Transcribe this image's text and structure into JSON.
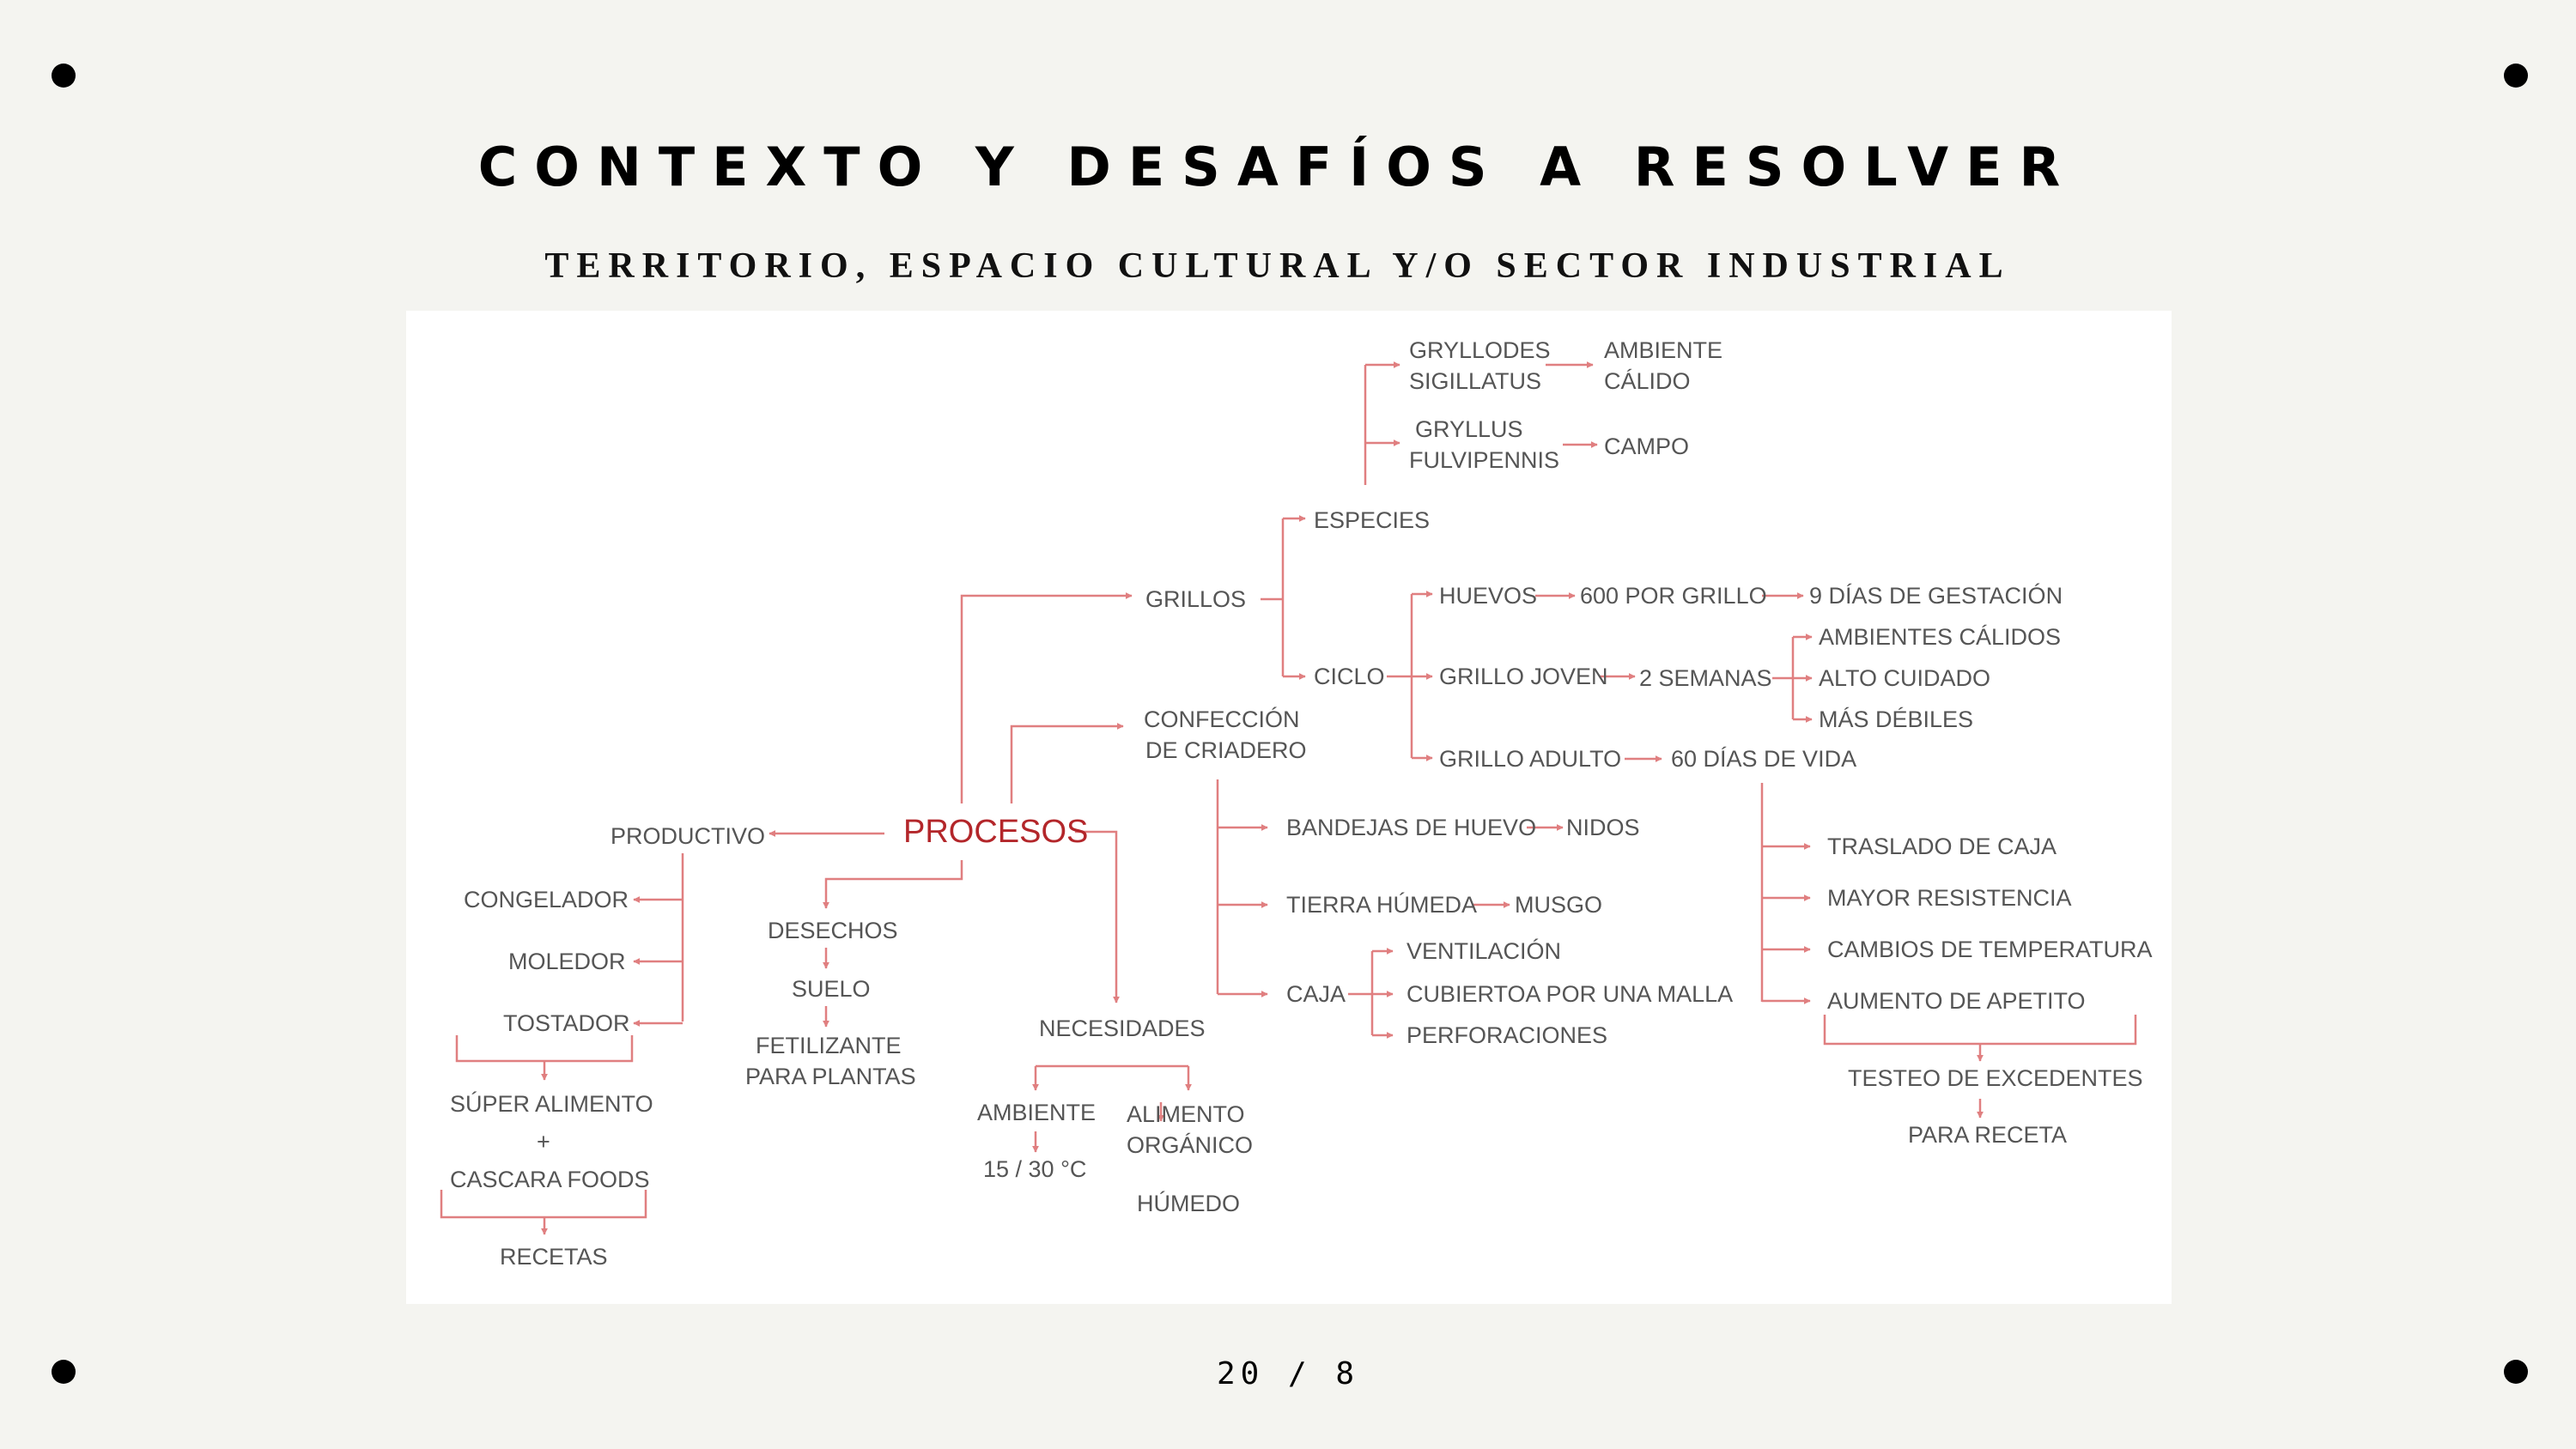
{
  "slide": {
    "title": "CONTEXTO Y DESAFÍOS A RESOLVER",
    "subtitle": "TERRITORIO, ESPACIO CULTURAL Y/O SECTOR INDUSTRIAL",
    "page_number": "20 / 8"
  },
  "diagram": {
    "accent_color": "#e07f80",
    "highlight_color": "#b3262a",
    "labels": {
      "gryllodes_1": "GRYLLODES",
      "gryllodes_2": "SIGILLATUS",
      "ambiente_calido_1": "AMBIENTE",
      "ambiente_calido_2": "CÁLIDO",
      "gryllus_1": "GRYLLUS",
      "gryllus_2": "FULVIPENNIS",
      "campo": "CAMPO",
      "especies": "ESPECIES",
      "grillos": "GRILLOS",
      "ciclo": "CICLO",
      "huevos": "HUEVOS",
      "por_grillo": "600 POR GRILLO",
      "gestacion": "9 DÍAS DE GESTACIÓN",
      "ambientes_calidos": "AMBIENTES CÁLIDOS",
      "grillo_joven": "GRILLO JOVEN",
      "semanas": "2 SEMANAS",
      "alto_cuidado": "ALTO CUIDADO",
      "mas_debiles": "MÁS DÉBILES",
      "grillo_adulto": "GRILLO ADULTO",
      "dias_vida": "60 DÍAS DE VIDA",
      "confeccion_1": "CONFECCIÓN",
      "confeccion_2": "DE CRIADERO",
      "procesos": "PROCESOS",
      "productivo": "PRODUCTIVO",
      "congelador": "CONGELADOR",
      "moledor": "MOLEDOR",
      "tostador": "TOSTADOR",
      "super_alimento": "SÚPER ALIMENTO",
      "plus": "+",
      "cascara": "CASCARA FOODS",
      "recetas": "RECETAS",
      "desechos": "DESECHOS",
      "suelo": "SUELO",
      "fertilizante_1": "FETILIZANTE",
      "fertilizante_2": "PARA PLANTAS",
      "necesidades": "NECESIDADES",
      "ambiente": "AMBIENTE",
      "temperatura": "15 / 30 °C",
      "alimento_1": "ALIMENTO",
      "alimento_2": "ORGÁNICO",
      "humedo": "HÚMEDO",
      "bandejas": "BANDEJAS DE HUEVO",
      "nidos": "NIDOS",
      "tierra": "TIERRA HÚMEDA",
      "musgo": "MUSGO",
      "caja": "CAJA",
      "ventilacion": "VENTILACIÓN",
      "malla": "CUBIERTOA POR UNA MALLA",
      "perforaciones": "PERFORACIONES",
      "traslado": "TRASLADO DE CAJA",
      "resistencia": "MAYOR RESISTENCIA",
      "cambios": "CAMBIOS DE TEMPERATURA",
      "apetito": "AUMENTO DE APETITO",
      "testeo_1": "TESTEO DE EXCEDENTES",
      "testeo_2": "PARA RECETA"
    }
  }
}
